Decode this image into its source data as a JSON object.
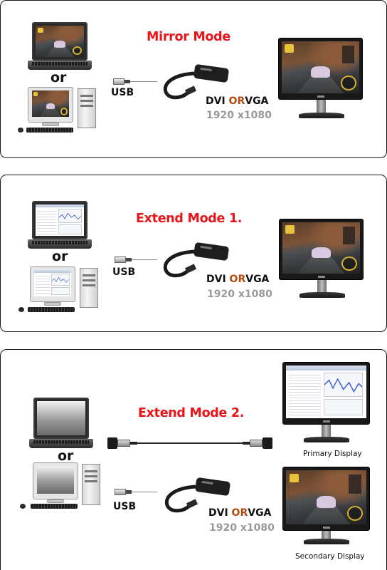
{
  "panels": [
    {
      "title": "Mirror Mode",
      "or_label": "or",
      "usb_label": "USB",
      "output": {
        "dvi": "DVI",
        "or": "OR",
        "vga": "VGA"
      },
      "resolution": "1920 x1080"
    },
    {
      "title": "Extend  Mode 1.",
      "or_label": "or",
      "usb_label": "USB",
      "output": {
        "dvi": "DVI",
        "or": "OR",
        "vga": "VGA"
      },
      "resolution": "1920 x1080"
    },
    {
      "title": "Extend  Mode 2.",
      "or_label": "or",
      "usb_label": "USB",
      "output": {
        "dvi": "DVI",
        "or": "OR",
        "vga": "VGA"
      },
      "resolution": "1920 x1080",
      "primary_caption": "Primary Display",
      "secondary_caption": "Secondary Display"
    }
  ],
  "colors": {
    "title": "#e8141a",
    "or_accent": "#b24a12",
    "resolution": "#9a9a9a",
    "border": "#1a1a1a"
  },
  "icons": [
    "laptop-icon",
    "desktop-computer-icon",
    "usb-plug-icon",
    "usb-dvi-adapter-icon",
    "lcd-monitor-icon",
    "dvi-cable-icon"
  ]
}
